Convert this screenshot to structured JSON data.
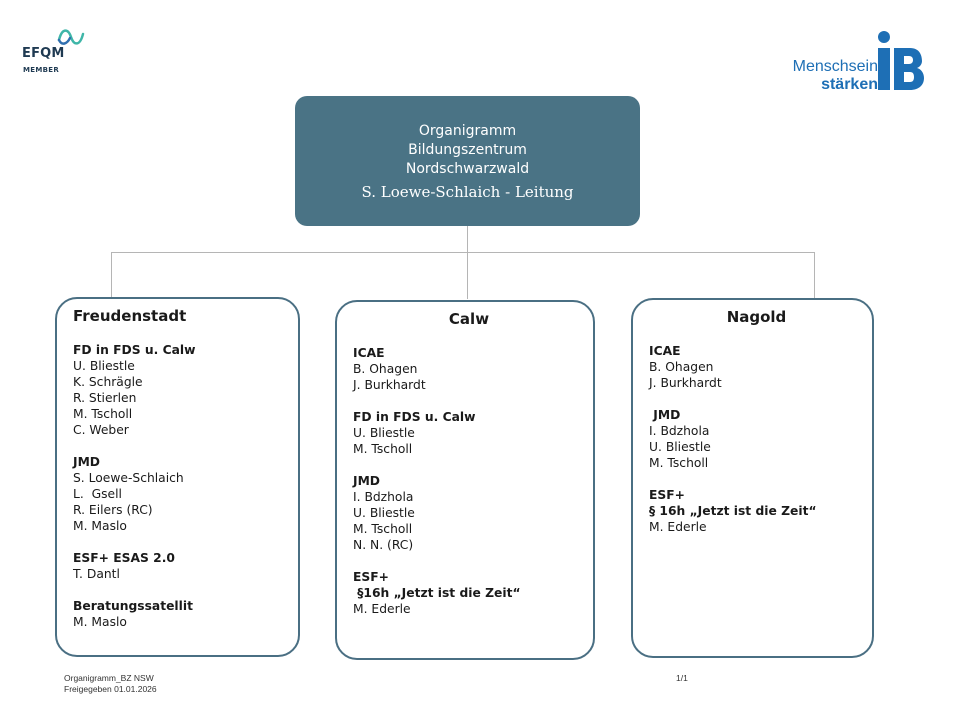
{
  "logos": {
    "efqm": {
      "name": "EFQM",
      "sub": "MEMBER"
    },
    "ib": {
      "slogan_line1": "Menschsein",
      "slogan_line2": "stärken"
    }
  },
  "top_box": {
    "lines": [
      "Organigramm",
      "Bildungszentrum",
      "Nordschwarzwald"
    ],
    "leader": "S. Loewe-Schlaich - Leitung"
  },
  "locations": [
    {
      "title": "Freudenstadt",
      "entries": [
        {
          "text": "FD in FDS u. Calw",
          "bold": true
        },
        {
          "text": "U. Bliestle",
          "bold": false
        },
        {
          "text": "K. Schrägle",
          "bold": false
        },
        {
          "text": "R. Stierlen",
          "bold": false
        },
        {
          "text": "M. Tscholl",
          "bold": false
        },
        {
          "text": "C. Weber",
          "bold": false
        },
        {
          "text": "",
          "bold": false
        },
        {
          "text": "JMD",
          "bold": true
        },
        {
          "text": "S. Loewe-Schlaich",
          "bold": false
        },
        {
          "text": "L.  Gsell",
          "bold": false
        },
        {
          "text": "R. Eilers (RC)",
          "bold": false
        },
        {
          "text": "M. Maslo",
          "bold": false
        },
        {
          "text": "",
          "bold": false
        },
        {
          "text": "ESF+ ESAS 2.0",
          "bold": true
        },
        {
          "text": "T. Dantl",
          "bold": false
        },
        {
          "text": "",
          "bold": false
        },
        {
          "text": "Beratungssatellit",
          "bold": true
        },
        {
          "text": "M. Maslo",
          "bold": false
        }
      ]
    },
    {
      "title": "Calw",
      "entries": [
        {
          "text": "ICAE",
          "bold": true
        },
        {
          "text": "B. Ohagen",
          "bold": false
        },
        {
          "text": "J. Burkhardt",
          "bold": false
        },
        {
          "text": "",
          "bold": false
        },
        {
          "text": "FD in FDS u. Calw",
          "bold": true
        },
        {
          "text": "U. Bliestle",
          "bold": false
        },
        {
          "text": "M. Tscholl",
          "bold": false
        },
        {
          "text": "",
          "bold": false
        },
        {
          "text": "JMD",
          "bold": true
        },
        {
          "text": "I. Bdzhola",
          "bold": false
        },
        {
          "text": "U. Bliestle",
          "bold": false
        },
        {
          "text": "M. Tscholl",
          "bold": false
        },
        {
          "text": "N. N. (RC)",
          "bold": false
        },
        {
          "text": "",
          "bold": false
        },
        {
          "text": "ESF+",
          "bold": true
        },
        {
          "text": " §16h „Jetzt ist die Zeit“",
          "bold": true
        },
        {
          "text": "M. Ederle",
          "bold": false
        }
      ]
    },
    {
      "title": "Nagold",
      "entries": [
        {
          "text": "ICAE",
          "bold": true
        },
        {
          "text": "B. Ohagen",
          "bold": false
        },
        {
          "text": "J. Burkhardt",
          "bold": false
        },
        {
          "text": "",
          "bold": false
        },
        {
          "text": " JMD",
          "bold": true
        },
        {
          "text": "I. Bdzhola",
          "bold": false
        },
        {
          "text": "U. Bliestle",
          "bold": false
        },
        {
          "text": "M. Tscholl",
          "bold": false
        },
        {
          "text": "",
          "bold": false
        },
        {
          "text": "ESF+",
          "bold": true
        },
        {
          "text": "§ 16h „Jetzt ist die Zeit“",
          "bold": true
        },
        {
          "text": "M. Ederle",
          "bold": false
        }
      ]
    }
  ],
  "footer": {
    "line1": "Organigramm_BZ NSW",
    "line2": "Freigegeben 01.01.2026",
    "page": "1/1"
  },
  "colors": {
    "top_box": "#4a7385",
    "box_border": "#4a6f83",
    "connector": "#b5b5b5",
    "ib_blue": "#1e6fb5"
  }
}
